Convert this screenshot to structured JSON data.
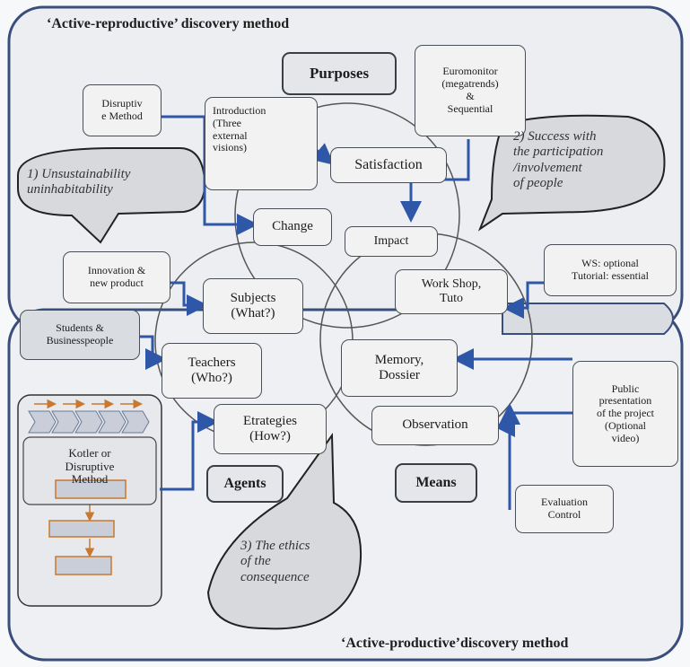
{
  "titles": {
    "top": "‘Active-reproductive’ discovery method",
    "bottom": "‘Active-productive’discovery method"
  },
  "categories": {
    "purposes": "Purposes",
    "agents": "Agents",
    "means": "Means"
  },
  "nodes": {
    "disruptive": "Disruptiv\ne Method",
    "introduction": "Introduction\n(Three\nexternal\nvisions)",
    "euromonitor": "Euromonitor\n(megatrends)\n&\nSequential",
    "satisfaction": "Satisfaction",
    "change": "Change",
    "impact": "Impact",
    "innovation": "Innovation &\nnew product",
    "subjects": "Subjects\n(What?)",
    "workshop": "Work Shop,\nTuto",
    "ws_optional": "WS: optional\nTutorial: essential",
    "students": "Students &\nBusinesspeople",
    "teachers": "Teachers\n(Who?)",
    "memory": "Memory,\nDossier",
    "strategies": "Etrategies\n(How?)",
    "observation": "Observation",
    "public": "Public\npresentation\nof the project\n(Optional\nvideo)",
    "kotler": "Kotler or\nDisruptive\nMethod",
    "evaluation": "Evaluation\nControl"
  },
  "bubbles": {
    "b1": "1)  Unsustainability\nuninhabitability",
    "b2": "2) Success with\nthe participation\n/involvement\nof people",
    "b3": "3) The ethics\nof the\nconsequence"
  },
  "colors": {
    "arrow": "#2f57a8",
    "frame": "#3a4e7d",
    "fill": "#e9ebee",
    "bubble": "#d7d9dd",
    "orange": "#c8782f"
  }
}
